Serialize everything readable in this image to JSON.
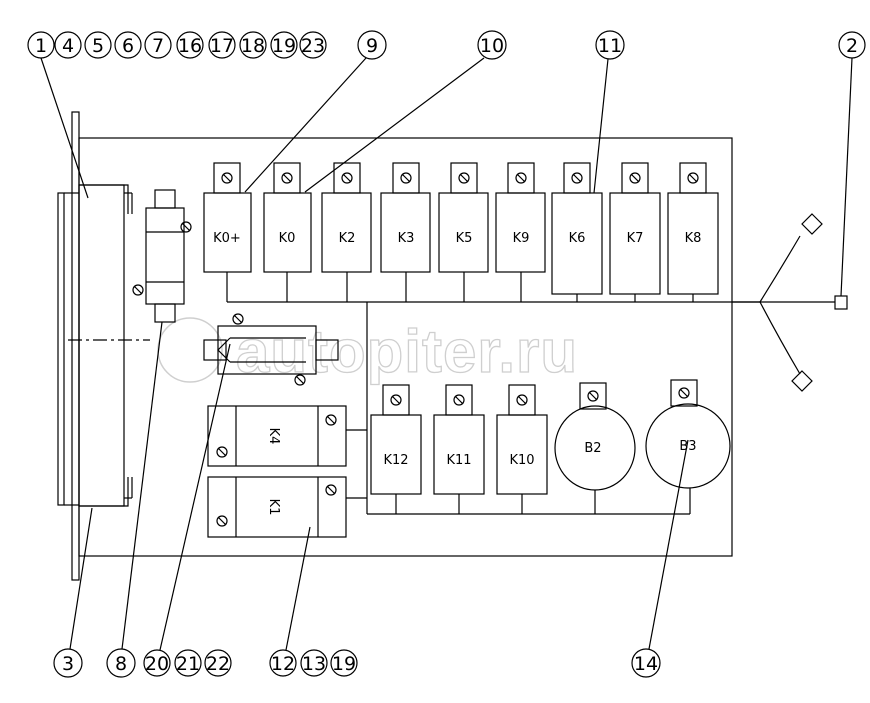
{
  "callouts": {
    "top_group": [
      "1",
      "4",
      "5",
      "6",
      "7",
      "16",
      "17",
      "18",
      "19",
      "23"
    ],
    "item_9": "9",
    "item_10": "10",
    "item_11": "11",
    "item_2": "2",
    "item_3": "3",
    "item_8": "8",
    "bottom_group_a": [
      "20",
      "21",
      "22"
    ],
    "bottom_group_b": [
      "12",
      "13",
      "19"
    ],
    "item_14": "14"
  },
  "relays_top": [
    "K0+",
    "K0",
    "K2",
    "K3",
    "K5",
    "K9",
    "K6",
    "K7",
    "K8"
  ],
  "relays_bottom": [
    "K12",
    "K11",
    "K10"
  ],
  "buzzers": [
    "B2",
    "B3"
  ],
  "side_relays": [
    "K4",
    "K1"
  ],
  "watermark": "autopiter.ru"
}
